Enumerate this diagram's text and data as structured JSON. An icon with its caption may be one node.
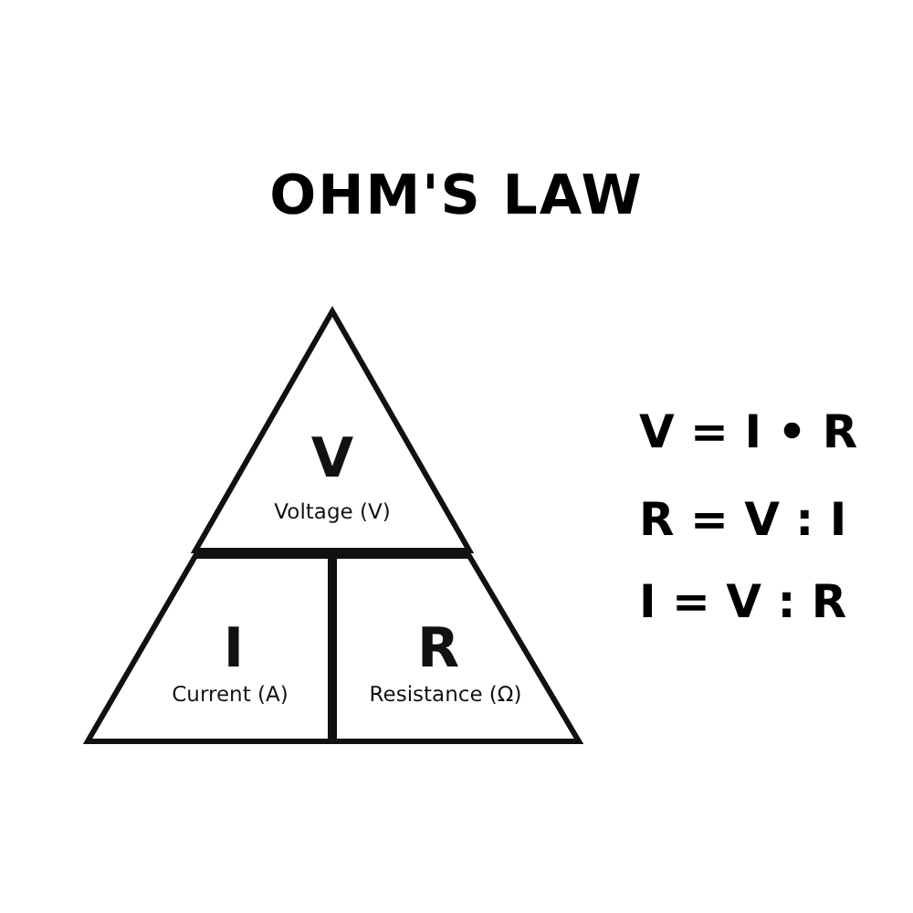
{
  "diagram": {
    "title": "OHM'S LAW",
    "nodes": [
      {
        "text": [
          "V",
          "Voltage (V)"
        ]
      },
      {
        "text": [
          "I",
          "Current (A)"
        ]
      },
      {
        "text": [
          "R",
          "Resistance (Ω)"
        ]
      }
    ],
    "labels": [
      "V = I • R",
      "R = V : I",
      "I = V : R"
    ]
  }
}
